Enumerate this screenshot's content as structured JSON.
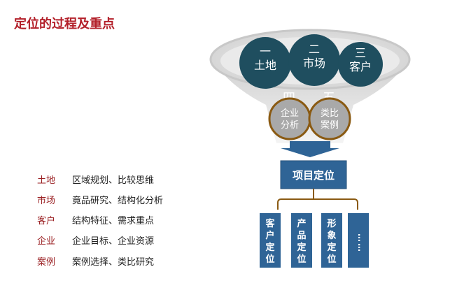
{
  "title": "定位的过程及重点",
  "legend": [
    {
      "key": "土地",
      "desc": "区域规划、比较思维"
    },
    {
      "key": "市场",
      "desc": "竟品研究、结构化分析"
    },
    {
      "key": "客户",
      "desc": "结构特征、需求重点"
    },
    {
      "key": "企业",
      "desc": "企业目标、企业资源"
    },
    {
      "key": "案例",
      "desc": "案例选择、类比研究"
    }
  ],
  "funnel": {
    "circles": [
      {
        "num": "一",
        "label": "土地"
      },
      {
        "num": "二",
        "label": "市场"
      },
      {
        "num": "三",
        "label": "客户"
      }
    ],
    "lower_circles": [
      {
        "num": "四",
        "label1": "企业",
        "label2": "分析"
      },
      {
        "num": "五",
        "label1": "类比",
        "label2": "案例"
      }
    ]
  },
  "result_box": "项目定位",
  "sub_boxes": [
    {
      "chars": [
        "客",
        "户",
        "定",
        "位"
      ]
    },
    {
      "chars": [
        "产",
        "品",
        "定",
        "位"
      ]
    },
    {
      "chars": [
        "形",
        "象",
        "定",
        "位"
      ]
    },
    {
      "chars": [
        "…",
        "…"
      ]
    }
  ],
  "colors": {
    "dark_teal": "#1f4e5f",
    "blue": "#2f6496",
    "brown": "#8a5a12",
    "title_red": "#b3202a"
  }
}
